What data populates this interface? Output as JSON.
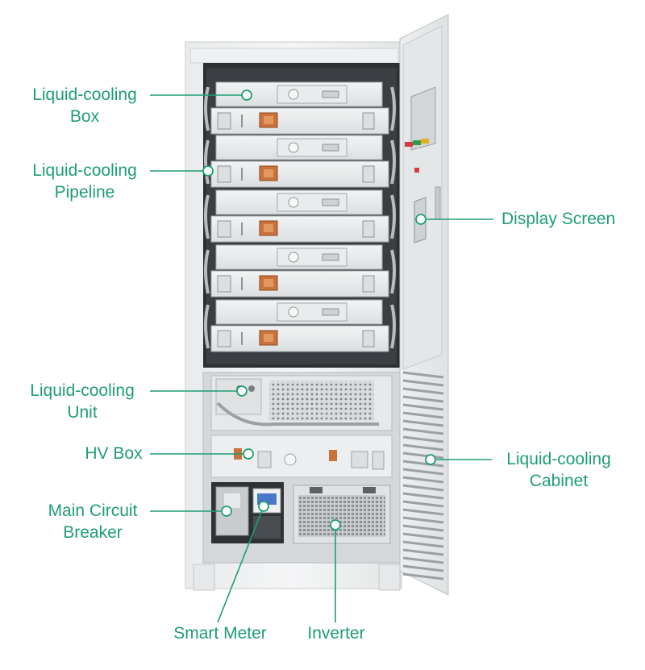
{
  "accent_color": "#1e9e73",
  "labels": {
    "liquid_cooling_box": [
      "Liquid-cooling",
      "Box"
    ],
    "liquid_cooling_pipeline": [
      "Liquid-cooling",
      "Pipeline"
    ],
    "display_screen": [
      "Display Screen"
    ],
    "liquid_cooling_unit": [
      "Liquid-cooling",
      "Unit"
    ],
    "hv_box": [
      "HV Box"
    ],
    "liquid_cooling_cabinet": [
      "Liquid-cooling",
      "Cabinet"
    ],
    "main_circuit_breaker": [
      "Main Circuit",
      "Breaker"
    ],
    "smart_meter": [
      "Smart Meter"
    ],
    "inverter": [
      "Inverter"
    ]
  }
}
